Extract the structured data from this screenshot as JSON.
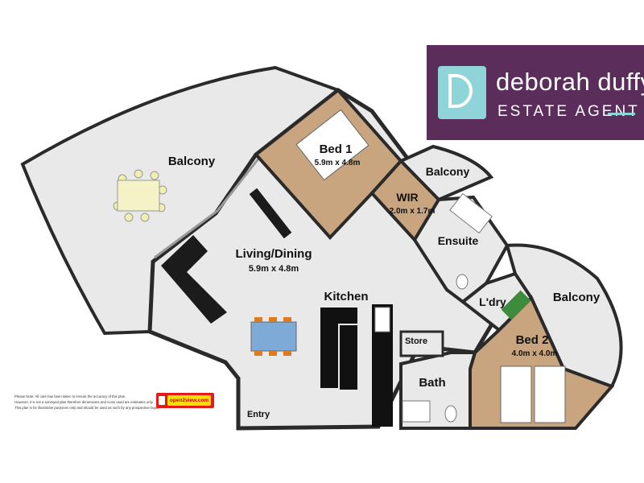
{
  "rooms": {
    "balcony_left": {
      "name": "Balcony"
    },
    "bed1": {
      "name": "Bed 1",
      "dims": "5.9m x 4.8m"
    },
    "balcony_small": {
      "name": "Balcony"
    },
    "wir": {
      "name": "WIR",
      "dims": "2.0m x 1.7m"
    },
    "ensuite": {
      "name": "Ensuite"
    },
    "living": {
      "name": "Living/Dining",
      "dims": "5.9m x 4.8m"
    },
    "kitchen": {
      "name": "Kitchen"
    },
    "laundry": {
      "name": "L'dry"
    },
    "balcony_right": {
      "name": "Balcony"
    },
    "store": {
      "name": "Store"
    },
    "bed2": {
      "name": "Bed 2",
      "dims": "4.0m x 4.0m"
    },
    "bath": {
      "name": "Bath"
    },
    "entry": {
      "name": "Entry"
    }
  },
  "logo": {
    "name": "deborah duffy",
    "subtitle": "ESTATE AGENT"
  },
  "disclaimer": {
    "line1": "Please Note: All care has been taken to ensure the accuracy of this plan.",
    "line2": "However, it is not a surveyed plan therefore dimensions and icons used are estimates only.",
    "line3": "This plan is for illustrative purposes only and should be used as such by any prospective buyer."
  },
  "badge": {
    "label": "open2view.com"
  },
  "colors": {
    "floor": "#e9e9e9",
    "carpet": "#c9a57f",
    "wall": "#2a2a2a",
    "brand": "#5a2d5b",
    "brand_accent": "#8fd4d9"
  }
}
